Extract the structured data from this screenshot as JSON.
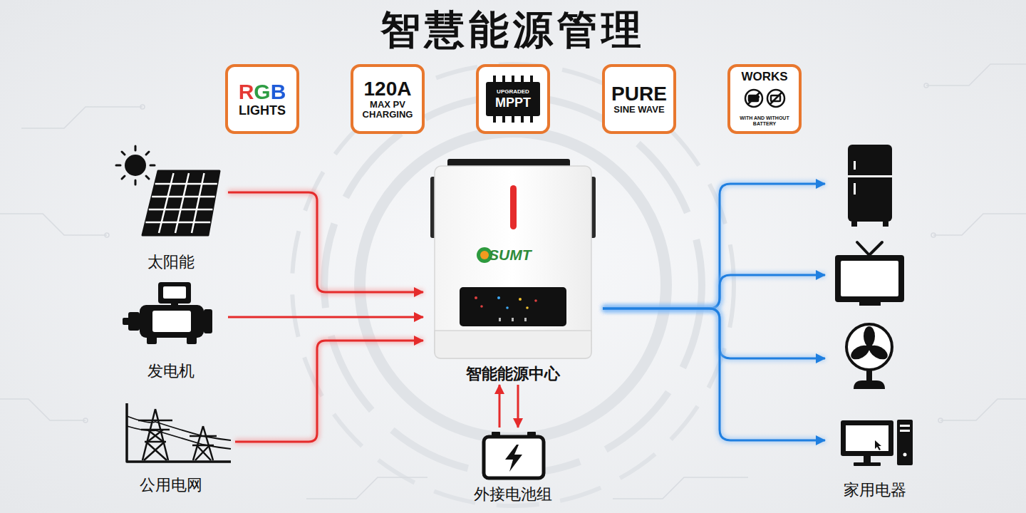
{
  "diagram": {
    "title": "智慧能源管理",
    "nodes": [
      {
        "text": [
          "RGB",
          "LIGHTS"
        ]
      },
      {
        "text": [
          "120A",
          "MAX PV CHARGING"
        ]
      },
      {
        "text": [
          "UPGRADED",
          "MPPT"
        ]
      },
      {
        "text": [
          "PURE",
          "SINE WAVE"
        ]
      },
      {
        "text": [
          "WORKS",
          "WITH AND WITHOUT BATTERY"
        ]
      },
      {
        "text": [
          "太阳能"
        ]
      },
      {
        "text": [
          "SUMT",
          "智能能源中心"
        ]
      },
      {
        "text": [
          "家用电器"
        ]
      },
      {
        "text": [
          "发电机"
        ]
      },
      {
        "text": [
          "公用电网"
        ]
      },
      {
        "text": [
          "外接电池组"
        ]
      }
    ],
    "edges": [
      {
        "from": 5,
        "to": 6,
        "arrow": "to"
      },
      {
        "from": 8,
        "to": 6,
        "arrow": "to"
      },
      {
        "from": 9,
        "to": 6,
        "arrow": "to"
      },
      {
        "from": 6,
        "to": 7,
        "arrow": "to"
      },
      {
        "from": 6,
        "to": 10,
        "arrow": "both"
      }
    ]
  }
}
